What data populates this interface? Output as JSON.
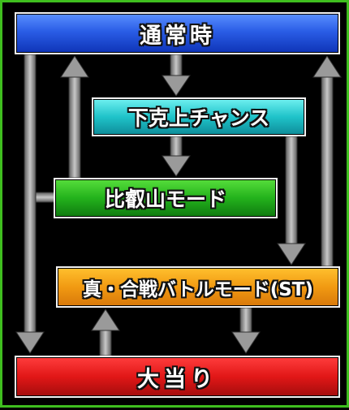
{
  "nodes": {
    "normal": "通常時",
    "chance": "下克上チャンス",
    "hiei": "比叡山モード",
    "gassen": "真・合戦バトルモード(ST)",
    "big_hit": "大当り"
  },
  "colors": {
    "border": "#3fbf1f",
    "normal": "#2a5de6",
    "chance": "#1fc3c9",
    "hiei": "#23b21c",
    "gassen": "#f19a12",
    "big_hit": "#e11717",
    "arrow": "#9a9a9a"
  }
}
